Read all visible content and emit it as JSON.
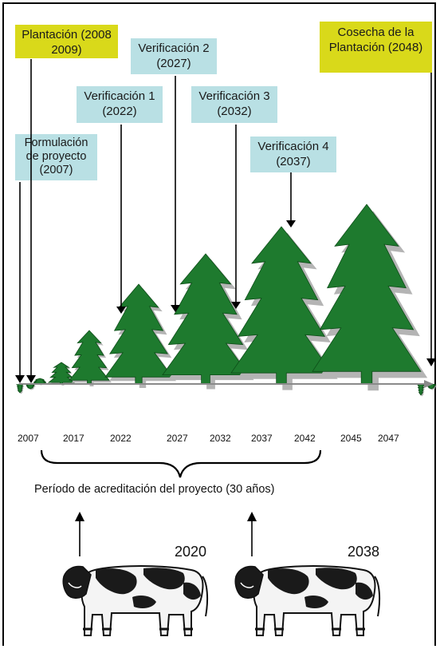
{
  "milestones": {
    "plantacion": "Plantación (2008 2009)",
    "formulacion": "Formulación de proyecto (2007)",
    "verificacion1": "Verificación 1 (2022)",
    "verificacion2": "Verificación 2 (2027)",
    "verificacion3": "Verificación 3 (2032)",
    "verificacion4": "Verificación 4 (2037)",
    "cosecha": "Cosecha de la Plantación (2048)"
  },
  "timeline_years": [
    "2007",
    "2017",
    "2022",
    "2027",
    "2032",
    "2037",
    "2042",
    "2045",
    "2047"
  ],
  "period_label": "Período de acreditación del proyecto (30 años)",
  "cattle_years": [
    "2020",
    "2038"
  ],
  "colors": {
    "tree": "#1e7a2e",
    "tree_shadow": "#b4b4b4",
    "yellow_box": "#d9d91a",
    "blue_box": "#b9e0e4"
  }
}
